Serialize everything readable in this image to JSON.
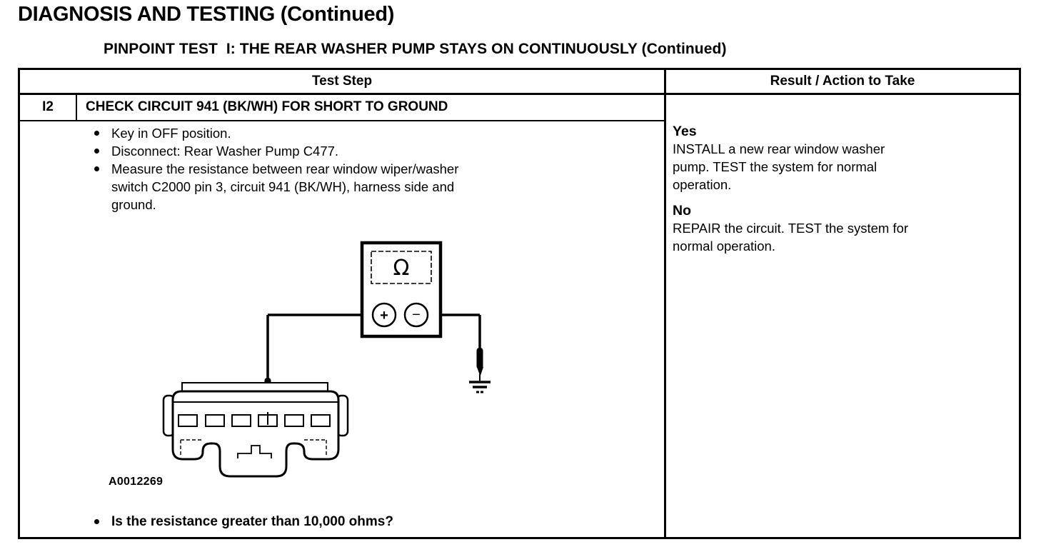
{
  "page": {
    "title": "DIAGNOSIS AND TESTING (Continued)",
    "subtitle": "PINPOINT TEST  I: THE REAR WASHER PUMP STAYS ON CONTINUOUSLY (Continued)"
  },
  "table": {
    "headers": {
      "test_step": "Test Step",
      "result": "Result / Action to Take"
    },
    "step": {
      "id": "I2",
      "title": "CHECK CIRCUIT 941 (BK/WH) FOR SHORT TO GROUND",
      "bullets": [
        "Key in OFF position.",
        "Disconnect: Rear Washer Pump C477.",
        "Measure the resistance between rear window wiper/washer\nswitch C2000 pin 3, circuit 941 (BK/WH), harness side and\nground."
      ],
      "question": "Is the resistance greater than 10,000 ohms?"
    },
    "result": {
      "yes_label": "Yes",
      "yes_action": "INSTALL a new rear window washer\npump. TEST the system for normal\noperation.",
      "no_label": "No",
      "no_action": "REPAIR the circuit. TEST the system for\nnormal operation."
    }
  },
  "figure": {
    "id_label": "A0012269",
    "meter": {
      "display_symbol": "Ω",
      "plus_label": "+",
      "minus_label": "−"
    }
  },
  "colors": {
    "ink": "#000000",
    "paper": "#ffffff"
  }
}
